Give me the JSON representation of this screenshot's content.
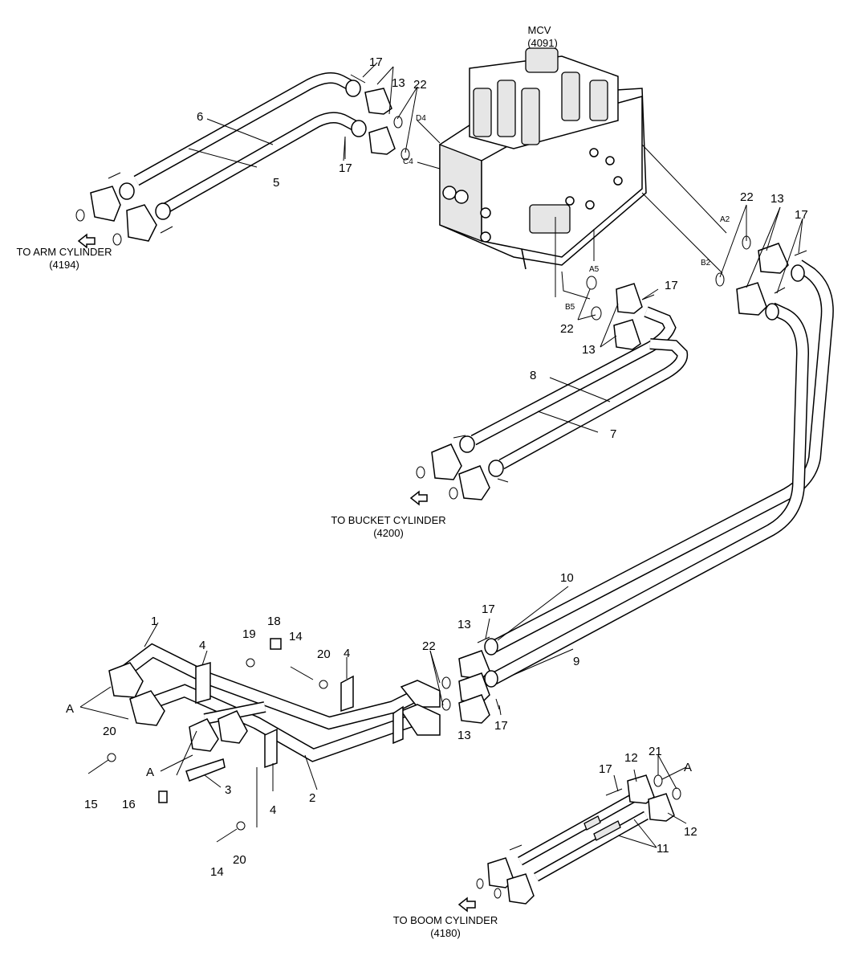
{
  "title": "MCV",
  "title_ref": "(4091)",
  "destinations": {
    "arm": {
      "label": "TO ARM CYLINDER",
      "ref": "(4194)"
    },
    "bucket": {
      "label": "TO BUCKET CYLINDER",
      "ref": "(4200)"
    },
    "boom": {
      "label": "TO BOOM CYLINDER",
      "ref": "(4180)"
    }
  },
  "ports": {
    "d4": "D4",
    "c4": "C4",
    "a2": "A2",
    "b2": "B2",
    "a5": "A5",
    "b5": "B5"
  },
  "refs": {
    "r1": "1",
    "r2": "2",
    "r3": "3",
    "r4": "4",
    "r5": "5",
    "r6": "6",
    "r7": "7",
    "r8": "8",
    "r9": "9",
    "r10": "10",
    "r11": "11",
    "r12": "12",
    "r13": "13",
    "r14": "14",
    "r15": "15",
    "r16": "16",
    "r17": "17",
    "r18": "18",
    "r19": "19",
    "r20": "20",
    "r21": "21",
    "r22": "22",
    "a": "A"
  }
}
